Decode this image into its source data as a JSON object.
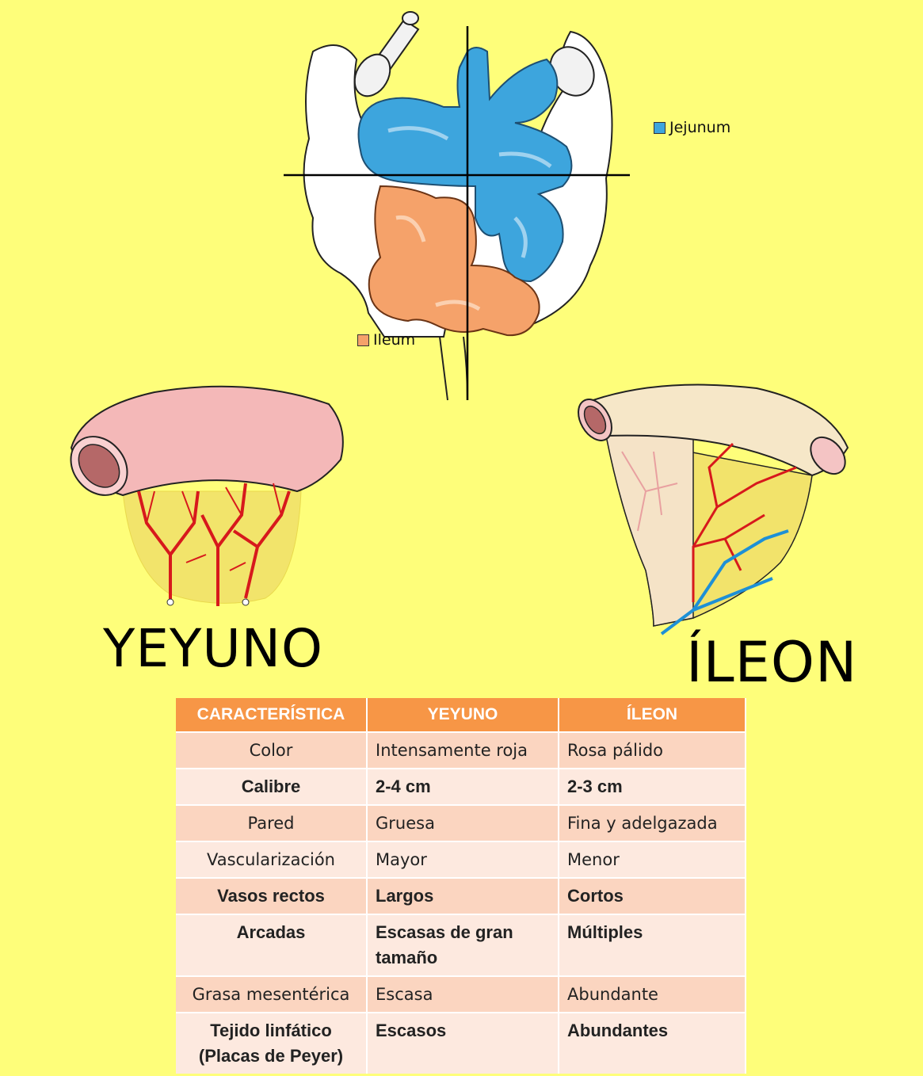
{
  "legend": {
    "jejunum": {
      "label": "Jejunum",
      "color": "#3da5dd"
    },
    "ileum": {
      "label": "Ileum",
      "color": "#f5a26a"
    }
  },
  "titles": {
    "yeyuno": "YEYUNO",
    "ileon": "ÍLEON"
  },
  "table": {
    "header_color": "#f79646",
    "headers": [
      "CARACTERÍSTICA",
      "YEYUNO",
      "ÍLEON"
    ],
    "rows": [
      {
        "cells": [
          "Color",
          "Intensamente roja",
          "Rosa pálido"
        ],
        "bold": false
      },
      {
        "cells": [
          "Calibre",
          "2-4 cm",
          "2-3 cm"
        ],
        "bold": true
      },
      {
        "cells": [
          "Pared",
          "Gruesa",
          "Fina y adelgazada"
        ],
        "bold": false
      },
      {
        "cells": [
          "Vascularización",
          "Mayor",
          "Menor"
        ],
        "bold": false
      },
      {
        "cells": [
          "Vasos rectos",
          "Largos",
          "Cortos"
        ],
        "bold": true
      },
      {
        "cells": [
          "Arcadas",
          "Escasas de gran tamaño",
          "Múltiples"
        ],
        "bold": true
      },
      {
        "cells": [
          "Grasa mesentérica",
          "Escasa",
          "Abundante"
        ],
        "bold": false
      },
      {
        "cells": [
          "Tejido linfático (Placas de Peyer)",
          "Escasos",
          "Abundantes"
        ],
        "bold": true
      }
    ]
  }
}
